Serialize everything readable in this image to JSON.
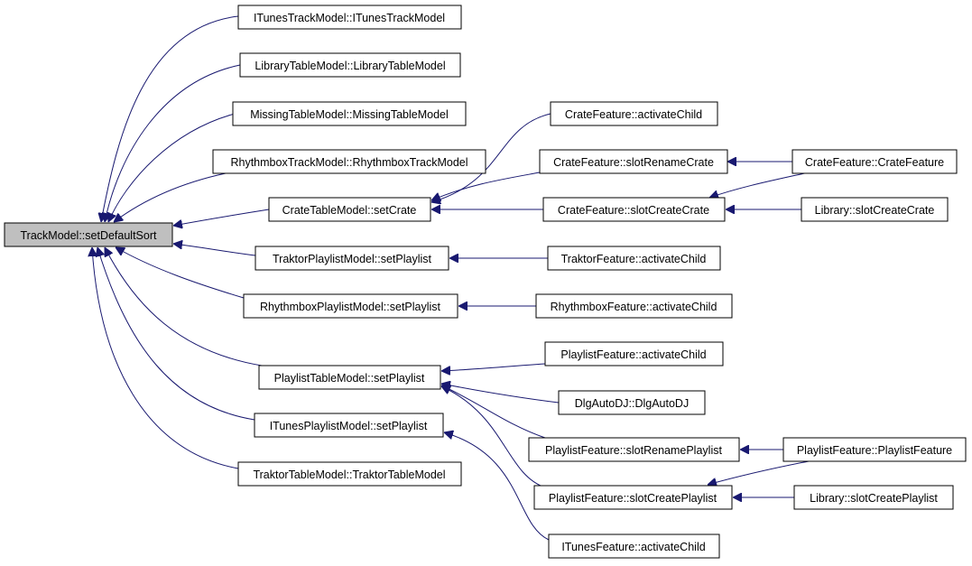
{
  "colors": {
    "edge": "#191970",
    "root_fill": "#bfbfbf",
    "node_fill": "#ffffff",
    "border": "#000000"
  },
  "nodes": {
    "root": "TrackModel::setDefaultSort",
    "itunes_track_model": "ITunesTrackModel::ITunesTrackModel",
    "library_table_model": "LibraryTableModel::LibraryTableModel",
    "missing_table_model": "MissingTableModel::MissingTableModel",
    "rhythmbox_track_model": "RhythmboxTrackModel::RhythmboxTrackModel",
    "crate_table_set_crate": "CrateTableModel::setCrate",
    "traktor_playlist_set": "TraktorPlaylistModel::setPlaylist",
    "rhythmbox_playlist_set": "RhythmboxPlaylistModel::setPlaylist",
    "playlist_table_set": "PlaylistTableModel::setPlaylist",
    "itunes_playlist_set": "ITunesPlaylistModel::setPlaylist",
    "traktor_table_model": "TraktorTableModel::TraktorTableModel",
    "crate_activate_child": "CrateFeature::activateChild",
    "crate_slot_rename": "CrateFeature::slotRenameCrate",
    "crate_slot_create": "CrateFeature::slotCreateCrate",
    "traktor_activate_child": "TraktorFeature::activateChild",
    "rhythmbox_activate_child": "RhythmboxFeature::activateChild",
    "playlist_activate_child": "PlaylistFeature::activateChild",
    "dlg_auto_dj": "DlgAutoDJ::DlgAutoDJ",
    "playlist_slot_rename": "PlaylistFeature::slotRenamePlaylist",
    "playlist_slot_create": "PlaylistFeature::slotCreatePlaylist",
    "itunes_activate_child": "ITunesFeature::activateChild",
    "crate_feature_ctor": "CrateFeature::CrateFeature",
    "library_slot_create_crate": "Library::slotCreateCrate",
    "playlist_feature_ctor": "PlaylistFeature::PlaylistFeature",
    "library_slot_create_playlist": "Library::slotCreatePlaylist"
  }
}
